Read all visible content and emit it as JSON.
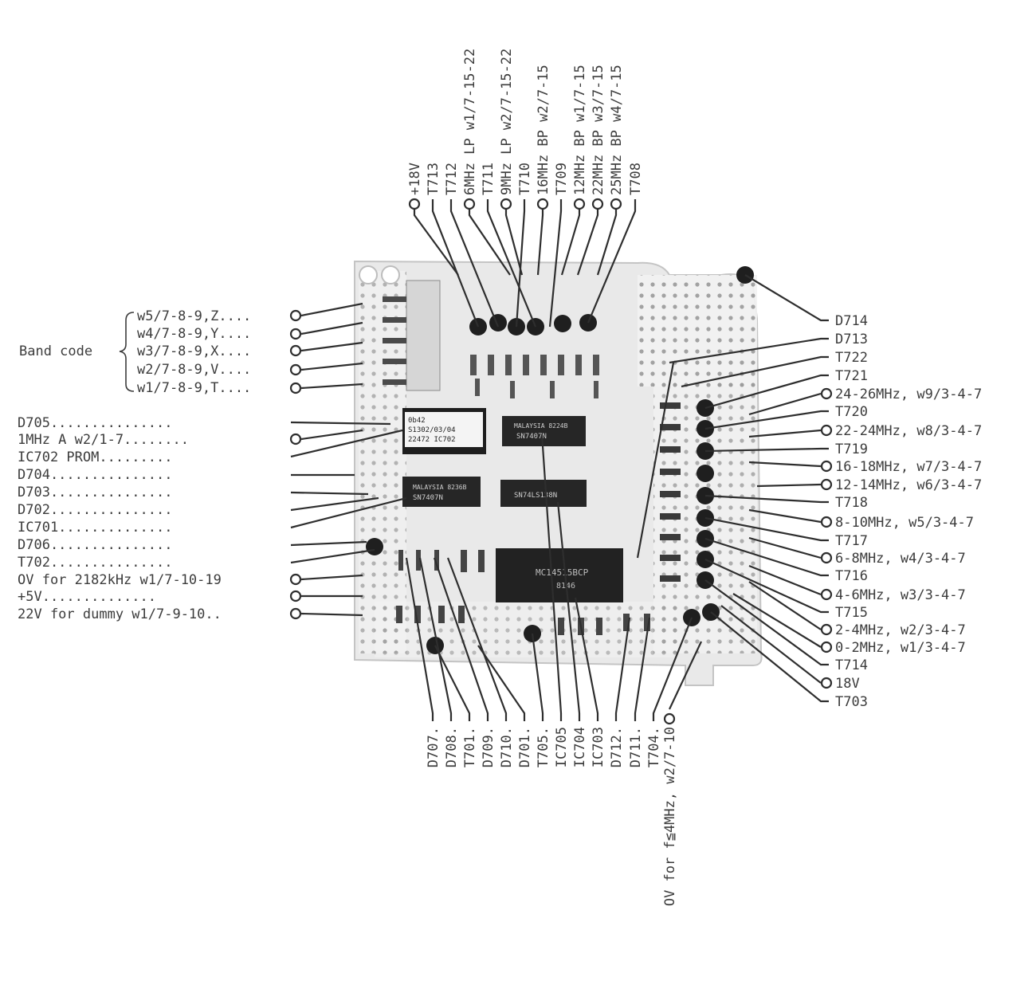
{
  "diagram": {
    "band_code_label": "Band code",
    "left_labels": [
      "w5/7-8-9,Z....",
      "w4/7-8-9,Y....",
      "w3/7-8-9,X....",
      "w2/7-8-9,V....",
      "w1/7-8-9,T....",
      "D705...............",
      "1MHz A w2/1-7........",
      "IC702 PROM.........",
      "D704...............",
      "D703...............",
      "D702...............",
      "IC701..............",
      "D706...............",
      "T702...............",
      "OV for 2182kHz w1/7-10-19",
      "+5V..............",
      "22V for dummy w1/7-9-10.."
    ],
    "top_labels": [
      "+18V",
      "T713",
      "T712",
      "6MHz LP w1/7-15-22",
      "T711",
      "9MHz LP w2/7-15-22",
      "T710",
      "16MHz BP w2/7-15",
      "T709",
      "12MHz BP w1/7-15",
      "22MHz BP w3/7-15",
      "25MHz BP w4/7-15",
      "T708"
    ],
    "right_labels": [
      "D714",
      "D713",
      "T722",
      "T721",
      "24-26MHz, w9/3-4-7",
      "T720",
      "22-24MHz, w8/3-4-7",
      "T719",
      "16-18MHz, w7/3-4-7",
      "12-14MHz, w6/3-4-7",
      "T718",
      "8-10MHz, w5/3-4-7",
      "T717",
      "6-8MHz, w4/3-4-7",
      "T716",
      "4-6MHz, w3/3-4-7",
      "T715",
      "2-4MHz, w2/3-4-7",
      "0-2MHz, w1/3-4-7",
      "T714",
      "18V",
      "T703"
    ],
    "bottom_labels": [
      "D707.",
      "D708.",
      "T701.",
      "D709.",
      "D710.",
      "D701.",
      "T705.",
      "IC705",
      "IC704",
      "IC703",
      "D712.",
      "D711.",
      "T704.",
      "OV for f≦4MHz, w2/7-10"
    ],
    "chip_markings": {
      "prom": [
        "0b42",
        "S1302/03/04",
        "22472 IC702"
      ],
      "ic701": [
        "MALAYSIA 8236B",
        "SN7407N"
      ],
      "ic705": [
        "MALAYSIA 8224B",
        "SN7407N"
      ],
      "ic704": [
        "SN74LS138N"
      ],
      "ic703": [
        "MC14515BCP",
        "8146"
      ]
    },
    "colors": {
      "ink": "#2e2e2e",
      "board": "#9a9a9a",
      "board_dark": "#2a2a2a"
    }
  }
}
